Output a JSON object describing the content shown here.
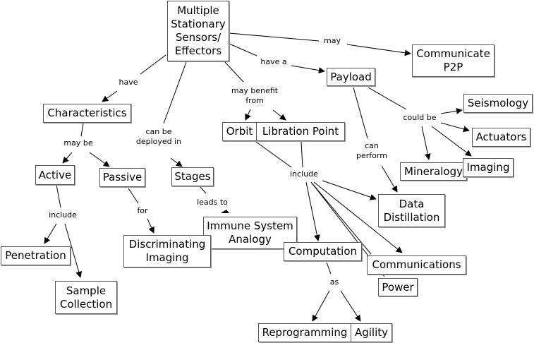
{
  "diagram": {
    "type": "concept-map",
    "nodes": [
      {
        "id": "mss",
        "label": "Multiple\nStationary\nSensors/\nEffectors"
      },
      {
        "id": "p2p",
        "label": "Communicate\nP2P"
      },
      {
        "id": "payload",
        "label": "Payload"
      },
      {
        "id": "characteristics",
        "label": "Characteristics"
      },
      {
        "id": "seismology",
        "label": "Seismology"
      },
      {
        "id": "actuators",
        "label": "Actuators"
      },
      {
        "id": "orbit",
        "label": "Orbit"
      },
      {
        "id": "libration",
        "label": "Libration Point"
      },
      {
        "id": "mineralogy",
        "label": "Mineralogy"
      },
      {
        "id": "imaging",
        "label": "Imaging"
      },
      {
        "id": "active",
        "label": "Active"
      },
      {
        "id": "passive",
        "label": "Passive"
      },
      {
        "id": "stages",
        "label": "Stages"
      },
      {
        "id": "distillation",
        "label": "Data\nDistillation"
      },
      {
        "id": "immune",
        "label": "Immune System\nAnalogy"
      },
      {
        "id": "discriminating",
        "label": "Discriminating\nImaging"
      },
      {
        "id": "computation",
        "label": "Computation"
      },
      {
        "id": "penetration",
        "label": "Penetration"
      },
      {
        "id": "communications",
        "label": "Communications"
      },
      {
        "id": "power",
        "label": "Power"
      },
      {
        "id": "sample",
        "label": "Sample\nCollection"
      },
      {
        "id": "reprogramming",
        "label": "Reprogramming"
      },
      {
        "id": "agility",
        "label": "Agility"
      }
    ],
    "linking_phrases": [
      {
        "id": "lp_may",
        "label": "may"
      },
      {
        "id": "lp_have_a",
        "label": "have a"
      },
      {
        "id": "lp_have",
        "label": "have"
      },
      {
        "id": "lp_deployed",
        "label": "can be\ndeployed in"
      },
      {
        "id": "lp_benefit",
        "label": "may benefit\nfrom"
      },
      {
        "id": "lp_could_be",
        "label": "could be"
      },
      {
        "id": "lp_can_perform",
        "label": "can\nperform"
      },
      {
        "id": "lp_may_be",
        "label": "may be"
      },
      {
        "id": "lp_include_orbit",
        "label": "include"
      },
      {
        "id": "lp_include_active",
        "label": "include"
      },
      {
        "id": "lp_for",
        "label": "for"
      },
      {
        "id": "lp_leads_to",
        "label": "leads to"
      },
      {
        "id": "lp_as",
        "label": "as"
      }
    ],
    "edges": [
      {
        "from": "mss",
        "via": "lp_may",
        "to": [
          "p2p"
        ]
      },
      {
        "from": "mss",
        "via": "lp_have_a",
        "to": [
          "payload"
        ]
      },
      {
        "from": "mss",
        "via": "lp_have",
        "to": [
          "characteristics"
        ]
      },
      {
        "from": "mss",
        "via": "lp_deployed",
        "to": [
          "stages"
        ]
      },
      {
        "from": "mss",
        "via": "lp_benefit",
        "to": [
          "orbit",
          "libration"
        ]
      },
      {
        "from": "payload",
        "via": "lp_could_be",
        "to": [
          "seismology",
          "actuators",
          "mineralogy",
          "imaging"
        ]
      },
      {
        "from": "payload",
        "via": "lp_can_perform",
        "to": [
          "distillation"
        ]
      },
      {
        "from": "characteristics",
        "via": "lp_may_be",
        "to": [
          "active",
          "passive"
        ]
      },
      {
        "from": "orbit",
        "via": "lp_include_orbit",
        "to": [
          "distillation",
          "computation",
          "communications",
          "power"
        ]
      },
      {
        "from": "libration",
        "via": "lp_include_orbit",
        "to": []
      },
      {
        "from": "active",
        "via": "lp_include_active",
        "to": [
          "penetration",
          "sample"
        ]
      },
      {
        "from": "passive",
        "via": "lp_for",
        "to": [
          "discriminating"
        ]
      },
      {
        "from": "stages",
        "via": "lp_leads_to",
        "to": [
          "immune"
        ]
      },
      {
        "from": "computation",
        "via": "lp_as",
        "to": [
          "reprogramming",
          "agility"
        ]
      }
    ]
  }
}
